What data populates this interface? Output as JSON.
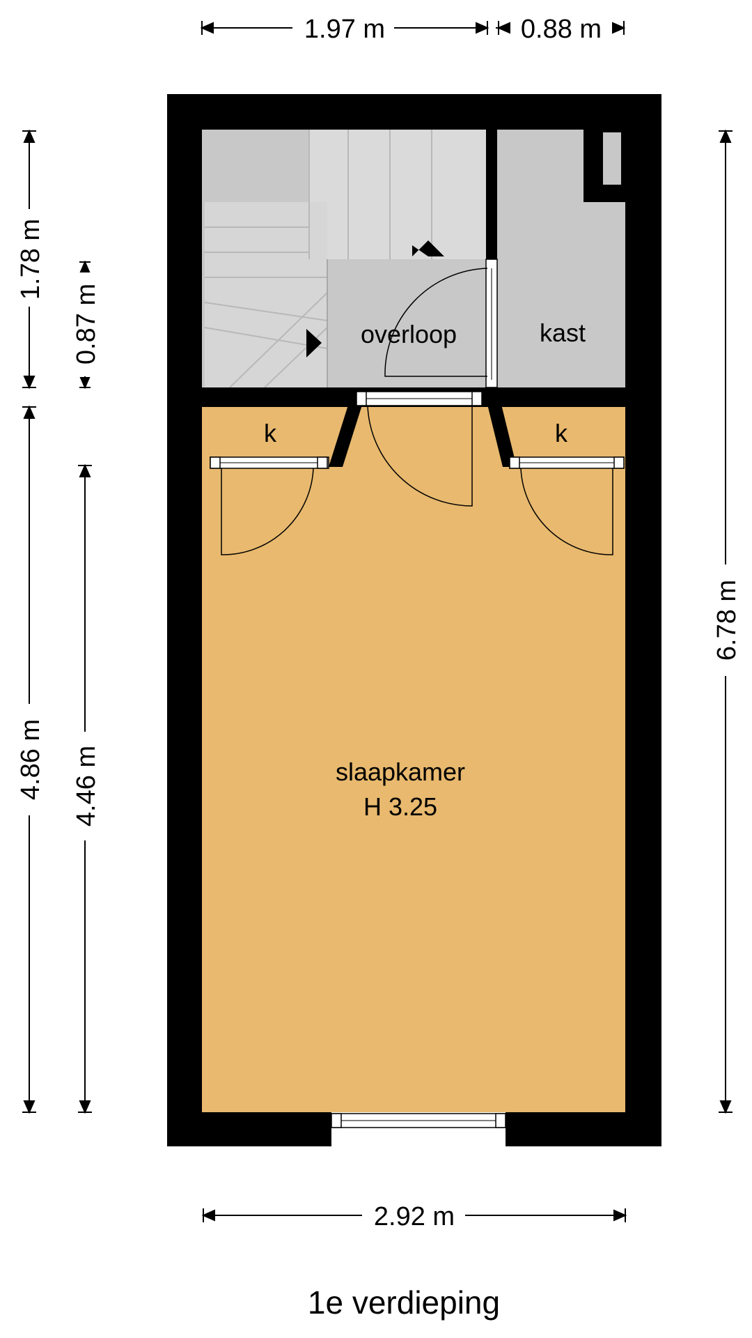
{
  "colors": {
    "wall": "#000000",
    "bedroom_floor": "#e8b96e",
    "hall_floor": "#c8c8c8",
    "stairs": "#d4d4d4",
    "background": "#ffffff"
  },
  "rooms": {
    "landing": "overloop",
    "closet": "kast",
    "cabinet_left": "k",
    "cabinet_right": "k",
    "bedroom": "slaapkamer",
    "bedroom_height": "H 3.25"
  },
  "dimensions": {
    "top_left_width": "1.97 m",
    "top_right_width": "0.88 m",
    "bottom_width": "2.92 m",
    "left_upper_height": "1.78 m",
    "left_small_height": "0.87 m",
    "left_lower_height": "4.86 m",
    "left_inner_height": "4.46 m",
    "right_total_height": "6.78 m"
  },
  "caption": "1e verdieping",
  "icons": [
    "stair-arrow-up-icon",
    "stair-arrow-right-icon"
  ]
}
